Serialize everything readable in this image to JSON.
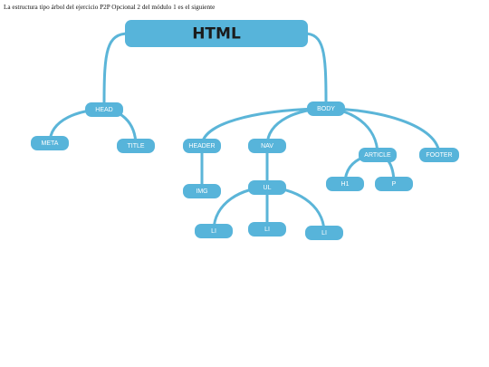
{
  "caption": "La estructura tipo árbol del ejercicio P2P Opcional 2 del módulo 1 es el siguiente",
  "tree": {
    "root": {
      "id": "html",
      "label": "HTML"
    },
    "nodes": [
      {
        "id": "head",
        "label": "HEAD",
        "parent": "html"
      },
      {
        "id": "body",
        "label": "BODY",
        "parent": "html"
      },
      {
        "id": "meta",
        "label": "META",
        "parent": "head"
      },
      {
        "id": "title",
        "label": "TITLE",
        "parent": "head"
      },
      {
        "id": "header",
        "label": "HEADER",
        "parent": "body"
      },
      {
        "id": "nav",
        "label": "NAV",
        "parent": "body"
      },
      {
        "id": "article",
        "label": "ARTICLE",
        "parent": "body"
      },
      {
        "id": "footer",
        "label": "FOOTER",
        "parent": "body"
      },
      {
        "id": "img",
        "label": "IMG",
        "parent": "header"
      },
      {
        "id": "ul",
        "label": "UL",
        "parent": "nav"
      },
      {
        "id": "h1",
        "label": "H1",
        "parent": "article"
      },
      {
        "id": "p",
        "label": "P",
        "parent": "article"
      },
      {
        "id": "li1",
        "label": "LI",
        "parent": "ul"
      },
      {
        "id": "li2",
        "label": "LI",
        "parent": "ul"
      },
      {
        "id": "li3",
        "label": "LI",
        "parent": "ul"
      }
    ]
  }
}
